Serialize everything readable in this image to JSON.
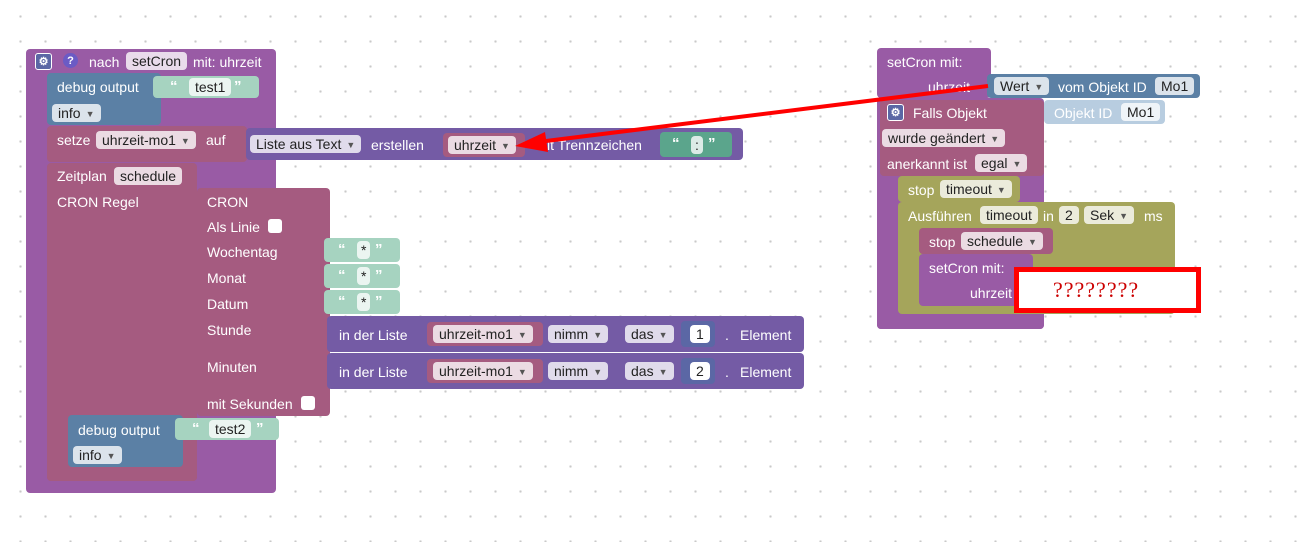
{
  "colors": {
    "proc": "#995ba5",
    "text": "#5ba58c",
    "textfld": "#a6d3c0",
    "debug": "#5b80a5",
    "var": "#a55b80",
    "list": "#745ba5",
    "schedule": "#a55b80",
    "timeout": "#a5a55b",
    "highlight": "#ff0000",
    "annotation": "#cc0000"
  },
  "left": {
    "header_after": "nach",
    "proc_name": "setCron",
    "header_with": "mit: uhrzeit",
    "debug1_label": "debug output",
    "debug1_text": "test1",
    "debug1_level": "info",
    "set_label": "setze",
    "set_var": "uhrzeit-mo1",
    "set_to": "auf",
    "list_from_text": "Liste aus Text",
    "list_create": "erstellen",
    "list_var": "uhrzeit",
    "list_sep_tail": "it Trennzeichen",
    "sep_value": ":",
    "schedule_label": "Zeitplan",
    "schedule_name": "schedule",
    "cron_rule": "CRON Regel",
    "cron_title": "CRON",
    "as_line": "Als Linie",
    "weekday": "Wochentag",
    "month": "Monat",
    "date": "Datum",
    "hour": "Stunde",
    "minutes": "Minuten",
    "with_seconds": "mit Sekunden",
    "star": "*",
    "in_list": "in der Liste",
    "take": "nimm",
    "the": "das",
    "element": "Element",
    "idx1": "1",
    "idx2": "2",
    "dot": ".",
    "debug2_label": "debug output",
    "debug2_text": "test2",
    "debug2_level": "info"
  },
  "right": {
    "title": "setCron  mit:",
    "param": "uhrzeit",
    "value_dd": "Wert",
    "from_obj": "vom Objekt ID",
    "obj1": "Mo1",
    "if_obj": "Falls Objekt",
    "obj_id_label": "Objekt ID",
    "obj2": "Mo1",
    "changed": "wurde geändert",
    "ack": "anerkannt ist",
    "ack_val": "egal",
    "stop": "stop",
    "timeout_name": "timeout",
    "exec": "Ausführen",
    "in": "in",
    "delay": "2",
    "unit": "Sek",
    "ms": "ms",
    "stop2": "stop",
    "schedule_name": "schedule",
    "call": "setCron  mit:",
    "call_param": "uhrzeit",
    "annotation": "????????"
  }
}
